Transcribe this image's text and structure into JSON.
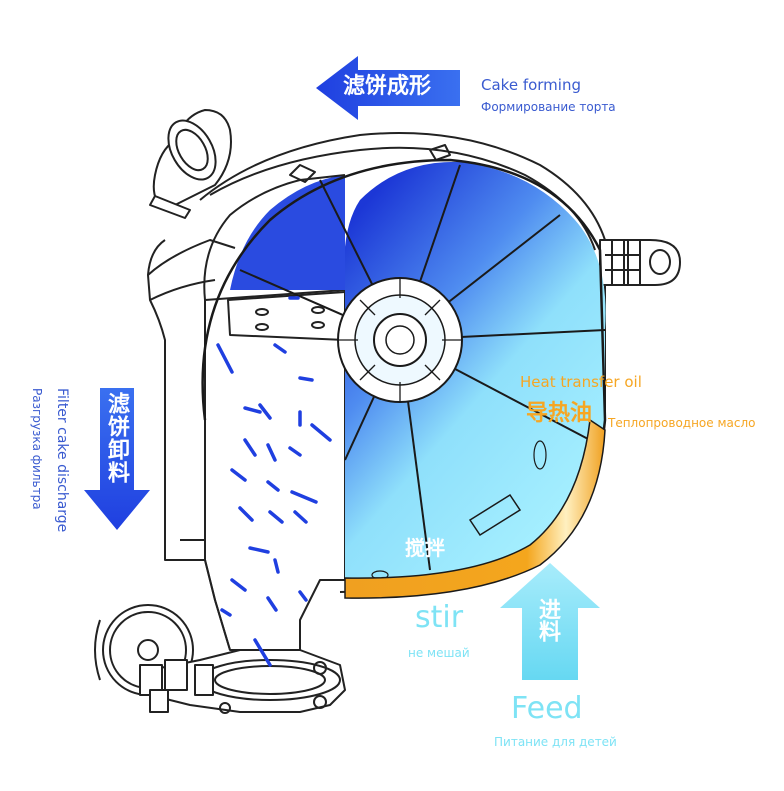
{
  "labels": {
    "cake_forming_cn": "滤饼成形",
    "cake_forming_en": "Cake forming",
    "cake_forming_ru": "Формирование торта",
    "discharge_cn": "滤饼卸料",
    "discharge_en": "Filter cake discharge",
    "discharge_ru": "Разгрузка фильтра",
    "oil_en": "Heat transfer oil",
    "oil_cn": "导热油",
    "oil_ru": "Теплопроводное масло",
    "stir_cn": "搅拌",
    "stir_en": "stir",
    "stir_ru": "не мешай",
    "feed_cn": "进料",
    "feed_en": "Feed",
    "feed_ru": "Питание для детей"
  },
  "colors": {
    "accent_blue": "#1f3fe0",
    "label_blue": "#3a5bd0",
    "cyan": "#7ee3f5",
    "oil_orange": "#f5a623",
    "drum_dark": "#1e3fd8",
    "drum_light": "#9be8ff"
  },
  "icons": {
    "cake_arrow": "arrow-left-icon",
    "discharge_arrow": "arrow-down-icon",
    "feed_arrow": "arrow-up-icon"
  }
}
